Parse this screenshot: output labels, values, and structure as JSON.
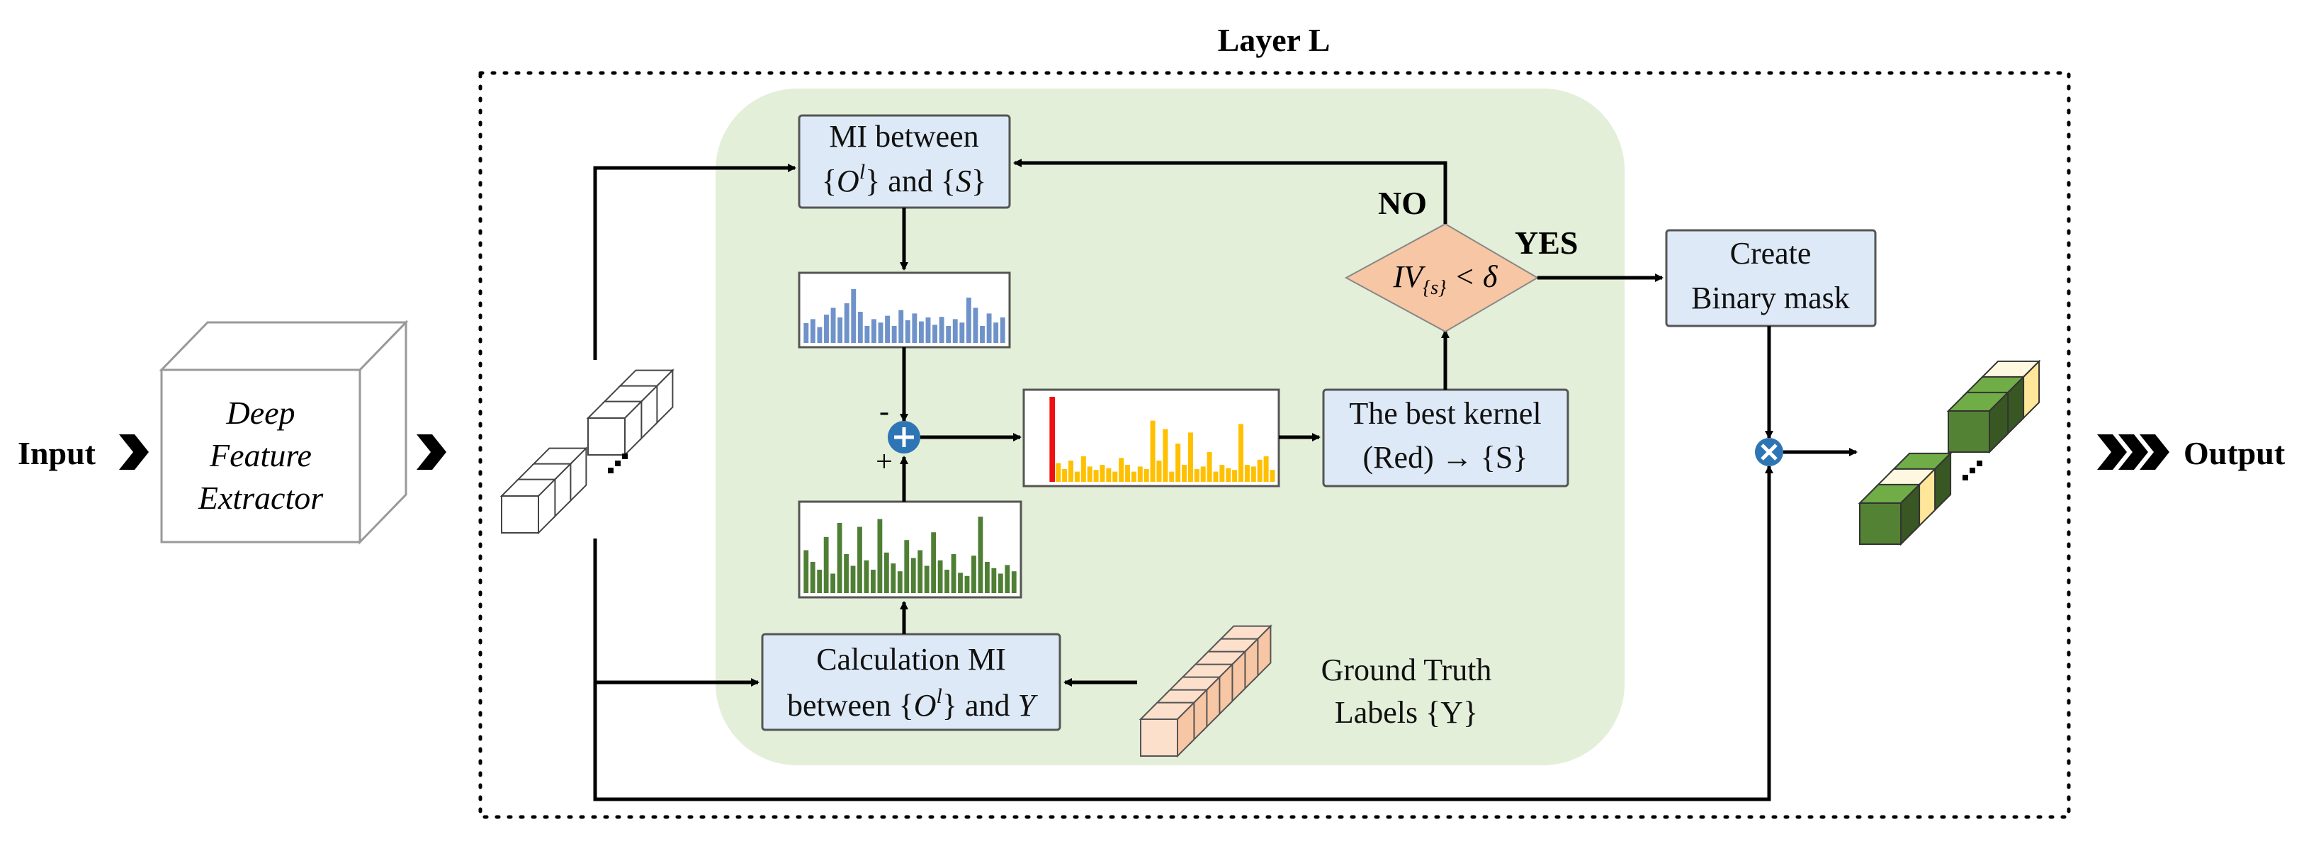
{
  "layer_title": "Layer L",
  "input_label": "Input",
  "output_label": "Output",
  "extractor": {
    "line1": "Deep",
    "line2": "Feature",
    "line3": "Extractor"
  },
  "mi_box": {
    "line1": "MI between",
    "line2_a": "{",
    "line2_var": "O",
    "line2_sup": "l",
    "line2_b": "} and {",
    "line2_var2": "S",
    "line2_c": "}"
  },
  "calc_box": {
    "line1": "Calculation MI",
    "line2_a": "between {",
    "line2_var": "O",
    "line2_sup": "l",
    "line2_b": "} and ",
    "line2_var2": "Y"
  },
  "best_kernel_box": {
    "line1": "The best kernel",
    "line2": "(Red) → {S}"
  },
  "create_mask_box": {
    "line1": "Create",
    "line2": "Binary mask"
  },
  "decision": {
    "iv": "IV",
    "sub": "{s}",
    "rest": " < δ",
    "no_label": "NO",
    "yes_label": "YES"
  },
  "ground_truth": {
    "line1": "Ground Truth",
    "line2": "Labels {Y}"
  },
  "sum_signs": {
    "minus": "-",
    "plus": "+"
  },
  "colors": {
    "green_region": "#e3efd8",
    "box_fill": "#dde9f6",
    "blue_bars": "#6f93c9",
    "green_bars": "#4f7f34",
    "yellow_bars": "#ffc000",
    "red_bar": "#ee1111",
    "diamond": "#f7c6a4",
    "node": "#2e75b6"
  },
  "histograms": {
    "blue": [
      0.35,
      0.42,
      0.28,
      0.5,
      0.62,
      0.45,
      0.7,
      0.95,
      0.55,
      0.3,
      0.42,
      0.36,
      0.48,
      0.3,
      0.58,
      0.4,
      0.52,
      0.38,
      0.45,
      0.32,
      0.46,
      0.3,
      0.42,
      0.36,
      0.8,
      0.62,
      0.3,
      0.52,
      0.36,
      0.45
    ],
    "green": [
      0.55,
      0.4,
      0.3,
      0.72,
      0.25,
      0.9,
      0.5,
      0.35,
      0.85,
      0.42,
      0.3,
      0.95,
      0.52,
      0.38,
      0.28,
      0.68,
      0.45,
      0.55,
      0.35,
      0.78,
      0.42,
      0.3,
      0.5,
      0.26,
      0.22,
      0.48,
      0.98,
      0.4,
      0.32,
      0.25,
      0.36,
      0.28
    ],
    "yellow": [
      1.0,
      0.22,
      0.15,
      0.25,
      0.12,
      0.3,
      0.18,
      0.14,
      0.2,
      0.16,
      0.12,
      0.28,
      0.2,
      0.12,
      0.18,
      0.15,
      0.72,
      0.25,
      0.62,
      0.12,
      0.45,
      0.2,
      0.58,
      0.15,
      0.18,
      0.35,
      0.12,
      0.2,
      0.16,
      0.14,
      0.68,
      0.2,
      0.18,
      0.26,
      0.3,
      0.14
    ],
    "yellow_red_index": 0
  }
}
